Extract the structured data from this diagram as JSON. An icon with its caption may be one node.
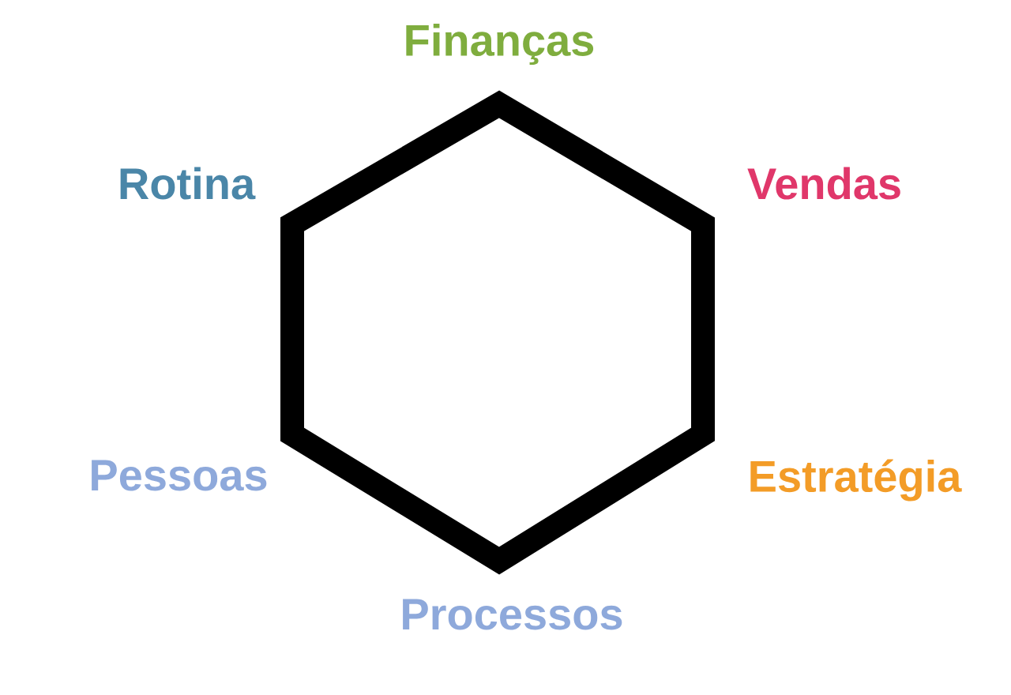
{
  "diagram": {
    "labels": [
      "Finanças",
      "Rotina",
      "Vendas",
      "Pessoas",
      "Estratégia",
      "Processos"
    ]
  }
}
